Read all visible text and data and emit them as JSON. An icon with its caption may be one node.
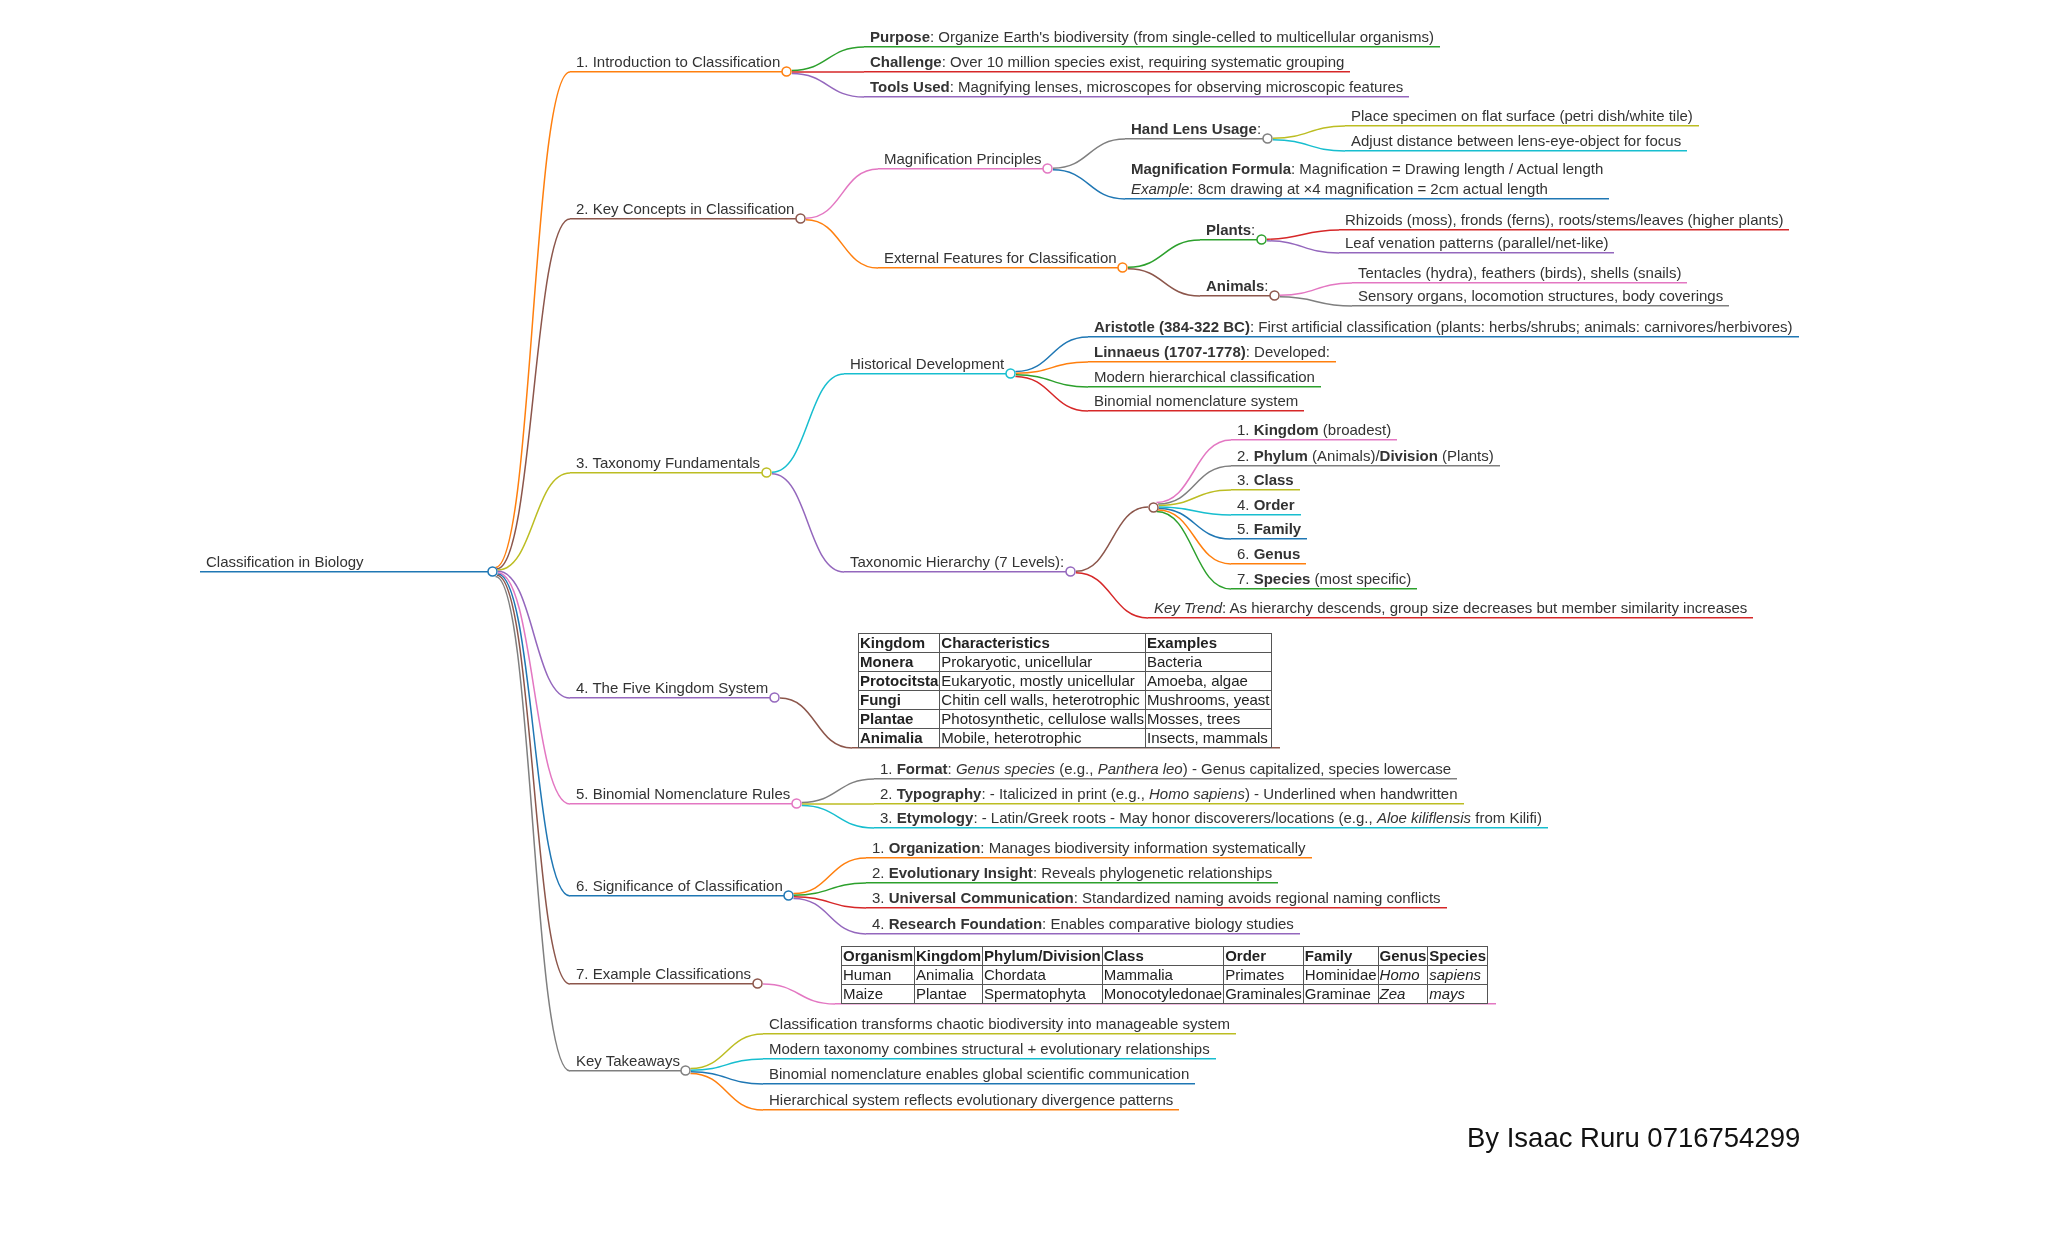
{
  "diagram": {
    "nodes": [
      {
        "text": [
          "Classification in Biology"
        ]
      },
      {
        "text": [
          "1. Introduction to Classification"
        ]
      },
      {
        "text": [
          "**Purpose**: Organize Earth's biodiversity (from single-celled to multicellular organisms)"
        ]
      },
      {
        "text": [
          "**Challenge**: Over 10 million species exist, requiring systematic grouping"
        ]
      },
      {
        "text": [
          "**Tools Used**: Magnifying lenses, microscopes for observing microscopic features"
        ]
      },
      {
        "text": [
          "2. Key Concepts in Classification"
        ]
      },
      {
        "text": [
          "Magnification Principles"
        ]
      },
      {
        "text": [
          "**Hand Lens Usage**:"
        ]
      },
      {
        "text": [
          "Place specimen on flat surface (petri dish/white tile)"
        ]
      },
      {
        "text": [
          "Adjust distance between lens-eye-object for focus"
        ]
      },
      {
        "text": [
          "**Magnification Formula**: Magnification = Drawing length / Actual length",
          "*Example*: 8cm drawing at ×4 magnification = 2cm actual length"
        ]
      },
      {
        "text": [
          "External Features for Classification"
        ]
      },
      {
        "text": [
          "**Plants**:"
        ]
      },
      {
        "text": [
          "Rhizoids (moss), fronds (ferns), roots/stems/leaves (higher plants)"
        ]
      },
      {
        "text": [
          "Leaf venation patterns (parallel/net-like)"
        ]
      },
      {
        "text": [
          "**Animals**:"
        ]
      },
      {
        "text": [
          "Tentacles (hydra), feathers (birds), shells (snails)"
        ]
      },
      {
        "text": [
          "Sensory organs, locomotion structures, body coverings"
        ]
      },
      {
        "text": [
          "3. Taxonomy Fundamentals"
        ]
      },
      {
        "text": [
          "Historical Development"
        ]
      },
      {
        "text": [
          "**Aristotle (384-322 BC)**: First artificial classification (plants: herbs/shrubs; animals: carnivores/herbivores)"
        ]
      },
      {
        "text": [
          "**Linnaeus (1707-1778)**: Developed:"
        ]
      },
      {
        "text": [
          "Modern hierarchical classification"
        ]
      },
      {
        "text": [
          "Binomial nomenclature system"
        ]
      },
      {
        "text": [
          "Taxonomic Hierarchy (7 Levels):"
        ]
      },
      {
        "text": [],
        "shape": "circle"
      },
      {
        "text": [
          "1. **Kingdom** (broadest)"
        ]
      },
      {
        "text": [
          "2. **Phylum** (Animals)/**Division** (Plants)"
        ]
      },
      {
        "text": [
          "3. **Class**"
        ]
      },
      {
        "text": [
          "4. **Order**"
        ]
      },
      {
        "text": [
          "5. **Family**"
        ]
      },
      {
        "text": [
          "6. **Genus**"
        ]
      },
      {
        "text": [
          "7. **Species** (most specific)"
        ]
      },
      {
        "text": [
          "*Key Trend*: As hierarchy descends, group size decreases but member similarity increases"
        ]
      },
      {
        "text": [
          "4. The Five Kingdom System"
        ]
      },
      {
        "text": [
          "Kingdom",
          "Characteristics",
          "Examples",
          "Monera",
          "Prokaryotic, unicellular",
          "Bacteria",
          "Protocitsta",
          "Eukaryotic, mostly unicellular",
          "Amoeba, algae",
          "Fungi",
          "Chitin cell walls, heterotrophic",
          "Mushrooms, yeast",
          "Plantae",
          "Photosynthetic, cellulose walls",
          "Mosses, trees",
          "Animalia",
          "Mobile, heterotrophic",
          "Insects, mammals"
        ]
      },
      {
        "text": [
          "5. Binomial Nomenclature Rules"
        ]
      },
      {
        "text": [
          "1. **Format**: *Genus species* (e.g., *Panthera leo*) - Genus capitalized, species lowercase"
        ]
      },
      {
        "text": [
          "2. **Typography**: - Italicized in print (e.g., *Homo sapiens*) - Underlined when handwritten"
        ]
      },
      {
        "text": [
          "3. **Etymology**: - Latin/Greek roots - May honor discoverers/locations (e.g., *Aloe kiliflensis* from Kilifi)"
        ]
      },
      {
        "text": [
          "6. Significance of Classification"
        ]
      },
      {
        "text": [
          "1. **Organization**: Manages biodiversity information systematically"
        ]
      },
      {
        "text": [
          "2. **Evolutionary Insight**: Reveals phylogenetic relationships"
        ]
      },
      {
        "text": [
          "3. **Universal Communication**: Standardized naming avoids regional naming conflicts"
        ]
      },
      {
        "text": [
          "4. **Research Foundation**: Enables comparative biology studies"
        ]
      },
      {
        "text": [
          "7. Example Classifications"
        ]
      },
      {
        "text": [
          "Organism",
          "Kingdom",
          "Phylum/Division",
          "Class",
          "Order",
          "Family",
          "Genus",
          "Species",
          "Human",
          "Animalia",
          "Chordata",
          "Mammalia",
          "Primates",
          "Hominidae",
          "Homo",
          "sapiens",
          "Maize",
          "Plantae",
          "Spermatophyta",
          "Monocotyledonae",
          "Graminales",
          "Graminae",
          "Zea",
          "mays"
        ]
      },
      {
        "text": [
          "Key Takeaways"
        ]
      },
      {
        "text": [
          "Classification transforms chaotic biodiversity into manageable system"
        ]
      },
      {
        "text": [
          "Modern taxonomy combines structural + evolutionary relationships"
        ]
      },
      {
        "text": [
          "Binomial nomenclature enables global scientific communication"
        ]
      },
      {
        "text": [
          "Hierarchical system reflects evolutionary divergence patterns"
        ]
      }
    ],
    "edges": [
      {
        "from": 0,
        "to": 1,
        "arrow": "none",
        "color": "#ff7f0e"
      },
      {
        "from": 1,
        "to": 2,
        "arrow": "none",
        "color": "#2ca02c"
      },
      {
        "from": 1,
        "to": 3,
        "arrow": "none",
        "color": "#d62728"
      },
      {
        "from": 1,
        "to": 4,
        "arrow": "none",
        "color": "#9467bd"
      },
      {
        "from": 0,
        "to": 5,
        "arrow": "none",
        "color": "#8c564b"
      },
      {
        "from": 5,
        "to": 6,
        "arrow": "none",
        "color": "#e377c2"
      },
      {
        "from": 6,
        "to": 7,
        "arrow": "none",
        "color": "#7f7f7f"
      },
      {
        "from": 7,
        "to": 8,
        "arrow": "none",
        "color": "#bcbd22"
      },
      {
        "from": 7,
        "to": 9,
        "arrow": "none",
        "color": "#17becf"
      },
      {
        "from": 6,
        "to": 10,
        "arrow": "none",
        "color": "#1f77b4"
      },
      {
        "from": 5,
        "to": 11,
        "arrow": "none",
        "color": "#ff7f0e"
      },
      {
        "from": 11,
        "to": 12,
        "arrow": "none",
        "color": "#2ca02c"
      },
      {
        "from": 12,
        "to": 13,
        "arrow": "none",
        "color": "#d62728"
      },
      {
        "from": 12,
        "to": 14,
        "arrow": "none",
        "color": "#9467bd"
      },
      {
        "from": 11,
        "to": 15,
        "arrow": "none",
        "color": "#8c564b"
      },
      {
        "from": 15,
        "to": 16,
        "arrow": "none",
        "color": "#e377c2"
      },
      {
        "from": 15,
        "to": 17,
        "arrow": "none",
        "color": "#7f7f7f"
      },
      {
        "from": 0,
        "to": 18,
        "arrow": "none",
        "color": "#bcbd22"
      },
      {
        "from": 18,
        "to": 19,
        "arrow": "none",
        "color": "#17becf"
      },
      {
        "from": 19,
        "to": 20,
        "arrow": "none",
        "color": "#1f77b4"
      },
      {
        "from": 19,
        "to": 21,
        "arrow": "none",
        "color": "#ff7f0e"
      },
      {
        "from": 19,
        "to": 22,
        "arrow": "none",
        "color": "#2ca02c"
      },
      {
        "from": 19,
        "to": 23,
        "arrow": "none",
        "color": "#d62728"
      },
      {
        "from": 18,
        "to": 24,
        "arrow": "none",
        "color": "#9467bd"
      },
      {
        "from": 24,
        "to": 25,
        "arrow": "none",
        "color": "#8c564b"
      },
      {
        "from": 25,
        "to": 26,
        "arrow": "none",
        "color": "#e377c2"
      },
      {
        "from": 25,
        "to": 27,
        "arrow": "none",
        "color": "#7f7f7f"
      },
      {
        "from": 25,
        "to": 28,
        "arrow": "none",
        "color": "#bcbd22"
      },
      {
        "from": 25,
        "to": 29,
        "arrow": "none",
        "color": "#17becf"
      },
      {
        "from": 25,
        "to": 30,
        "arrow": "none",
        "color": "#1f77b4"
      },
      {
        "from": 25,
        "to": 31,
        "arrow": "none",
        "color": "#ff7f0e"
      },
      {
        "from": 25,
        "to": 32,
        "arrow": "none",
        "color": "#2ca02c"
      },
      {
        "from": 24,
        "to": 33,
        "arrow": "none",
        "color": "#d62728"
      },
      {
        "from": 0,
        "to": 34,
        "arrow": "none",
        "color": "#9467bd"
      },
      {
        "from": 34,
        "to": 35,
        "arrow": "none",
        "color": "#8c564b"
      },
      {
        "from": 0,
        "to": 36,
        "arrow": "none",
        "color": "#e377c2"
      },
      {
        "from": 36,
        "to": 37,
        "arrow": "none",
        "color": "#7f7f7f"
      },
      {
        "from": 36,
        "to": 38,
        "arrow": "none",
        "color": "#bcbd22"
      },
      {
        "from": 36,
        "to": 39,
        "arrow": "none",
        "color": "#17becf"
      },
      {
        "from": 0,
        "to": 40,
        "arrow": "none",
        "color": "#1f77b4"
      },
      {
        "from": 40,
        "to": 41,
        "arrow": "none",
        "color": "#ff7f0e"
      },
      {
        "from": 40,
        "to": 42,
        "arrow": "none",
        "color": "#2ca02c"
      },
      {
        "from": 40,
        "to": 43,
        "arrow": "none",
        "color": "#d62728"
      },
      {
        "from": 40,
        "to": 44,
        "arrow": "none",
        "color": "#9467bd"
      },
      {
        "from": 0,
        "to": 45,
        "arrow": "none",
        "color": "#8c564b"
      },
      {
        "from": 45,
        "to": 46,
        "arrow": "none",
        "color": "#e377c2"
      },
      {
        "from": 0,
        "to": 47,
        "arrow": "none",
        "color": "#7f7f7f"
      },
      {
        "from": 47,
        "to": 48,
        "arrow": "none",
        "color": "#bcbd22"
      },
      {
        "from": 47,
        "to": 49,
        "arrow": "none",
        "color": "#17becf"
      },
      {
        "from": 47,
        "to": 50,
        "arrow": "none",
        "color": "#1f77b4"
      },
      {
        "from": 47,
        "to": 51,
        "arrow": "none",
        "color": "#ff7f0e"
      }
    ],
    "labels": [
      "By Isaac Ruru 0716754299"
    ]
  }
}
